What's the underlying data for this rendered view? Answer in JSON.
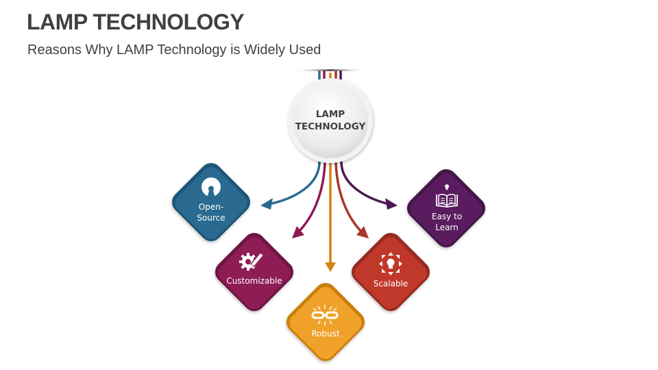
{
  "header": {
    "title": "LAMP TECHNOLOGY",
    "subtitle": "Reasons Why LAMP Technology is Widely Used"
  },
  "hub": {
    "line1": "LAMP",
    "line2": "TECHNOLOGY"
  },
  "nodes": [
    {
      "id": "open-source",
      "line1": "Open-",
      "line2": "Source",
      "icon": "open-source-icon",
      "color": "#2a6b90",
      "border": "#1e5574"
    },
    {
      "id": "customizable",
      "line1": "Customizable",
      "line2": "",
      "icon": "gear-pencil-icon",
      "color": "#8e1a55",
      "border": "#6d1342"
    },
    {
      "id": "robust",
      "line1": "Robust",
      "line2": "",
      "icon": "chain-link-icon",
      "color": "#f0a12a",
      "border": "#cc7f0d"
    },
    {
      "id": "scalable",
      "line1": "Scalable",
      "line2": "",
      "icon": "lightbulb-expand-icon",
      "color": "#c0392b",
      "border": "#962c22"
    },
    {
      "id": "easy-to-learn",
      "line1": "Easy to",
      "line2": "Learn",
      "icon": "open-book-icon",
      "color": "#5a1a5e",
      "border": "#431447"
    }
  ],
  "colors": {
    "text": "#404040",
    "blue": "#2a6b90",
    "magenta": "#8e1a55",
    "orange": "#d4820f",
    "red": "#a8372b",
    "purple": "#4e1a52"
  }
}
